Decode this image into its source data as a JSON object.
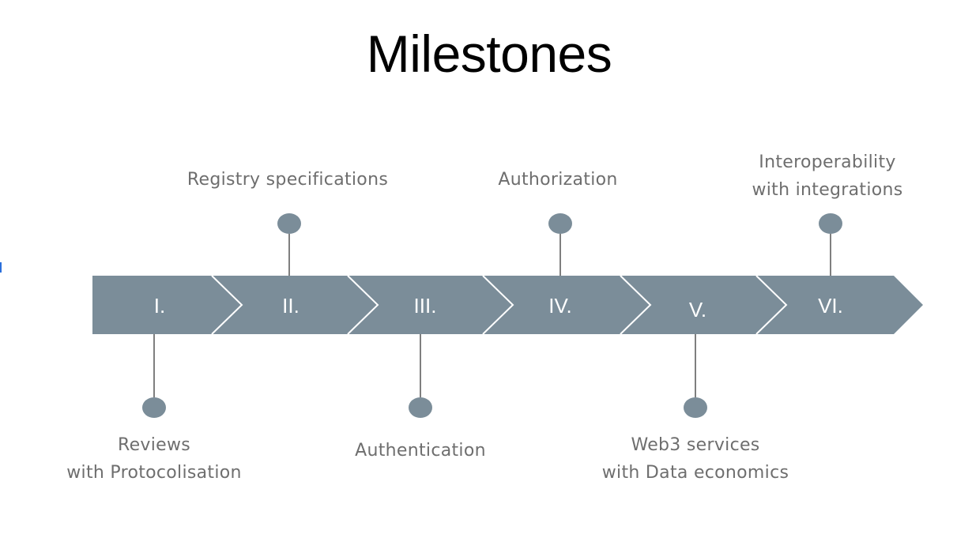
{
  "title": "Milestones",
  "accent_color": "#7b8d99",
  "milestones": [
    {
      "numeral": "I.",
      "lines": [
        "Reviews",
        "with Protocolisation"
      ]
    },
    {
      "numeral": "II.",
      "lines": [
        "Registry specifications"
      ]
    },
    {
      "numeral": "III.",
      "lines": [
        "Authentication"
      ]
    },
    {
      "numeral": "IV.",
      "lines": [
        "Authorization"
      ]
    },
    {
      "numeral": "V.",
      "lines": [
        "Web3 services",
        "with Data economics"
      ]
    },
    {
      "numeral": "VI.",
      "lines": [
        "Interoperability",
        "with integrations"
      ]
    }
  ]
}
